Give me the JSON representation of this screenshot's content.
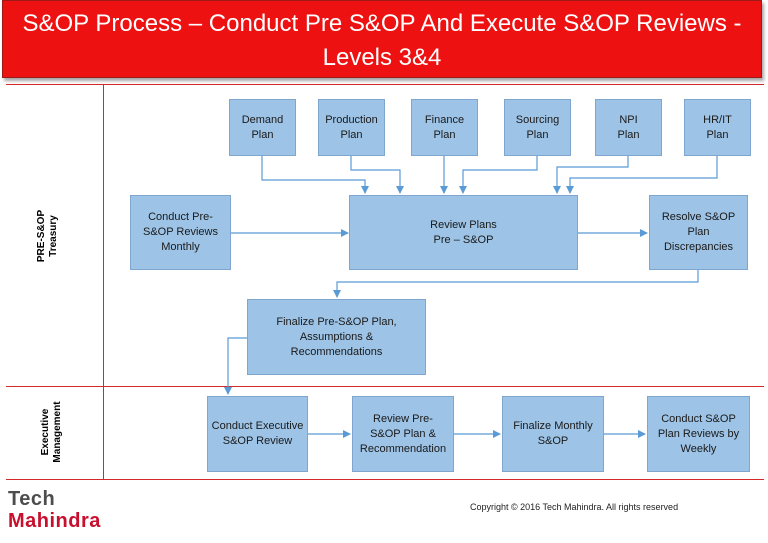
{
  "title": {
    "line1": "S&OP Process – Conduct Pre S&OP And Execute S&OP Reviews -",
    "line2": "Levels 3&4"
  },
  "lanes": {
    "pre_sop": {
      "line1": "PRE-S&OP",
      "line2": "Treasury"
    },
    "executive": {
      "line1": "Executive",
      "line2": "Management"
    }
  },
  "plans": [
    {
      "line1": "Demand",
      "line2": "Plan"
    },
    {
      "line1": "Production",
      "line2": "Plan"
    },
    {
      "line1": "Finance",
      "line2": "Plan"
    },
    {
      "line1": "Sourcing",
      "line2": "Plan"
    },
    {
      "line1": "NPI",
      "line2": "Plan"
    },
    {
      "line1": "HR/IT",
      "line2": "Plan"
    }
  ],
  "boxes": {
    "conduct_pre": {
      "line1": "Conduct Pre-",
      "line2": "S&OP Reviews",
      "line3": "Monthly"
    },
    "review_plans": {
      "line1": "Review Plans",
      "line2": "Pre – S&OP"
    },
    "resolve": {
      "line1": "Resolve S&OP",
      "line2": "Plan",
      "line3": "Discrepancies"
    },
    "finalize_pre": {
      "line1": "Finalize  Pre-S&OP Plan,",
      "line2": "Assumptions &",
      "line3": "Recommendations"
    },
    "conduct_exec": {
      "line1": "Conduct Executive",
      "line2": "S&OP Review"
    },
    "review_pre": {
      "line1": "Review  Pre-",
      "line2": "S&OP Plan &",
      "line3": "Recommendation"
    },
    "finalize_monthly": {
      "line1": "Finalize Monthly",
      "line2": "S&OP"
    },
    "conduct_sop": {
      "line1": "Conduct S&OP",
      "line2": "Plan Reviews by",
      "line3": "Weekly"
    }
  },
  "footer": {
    "copyright": "Copyright © 2016 Tech Mahindra. All rights reserved",
    "logo_line1": "Tech",
    "logo_line2": "Mahindra"
  },
  "colors": {
    "banner": "#ee1111",
    "box_fill": "#9dc3e6",
    "connector": "#5b9bd5",
    "divider": "#d22a2a"
  }
}
